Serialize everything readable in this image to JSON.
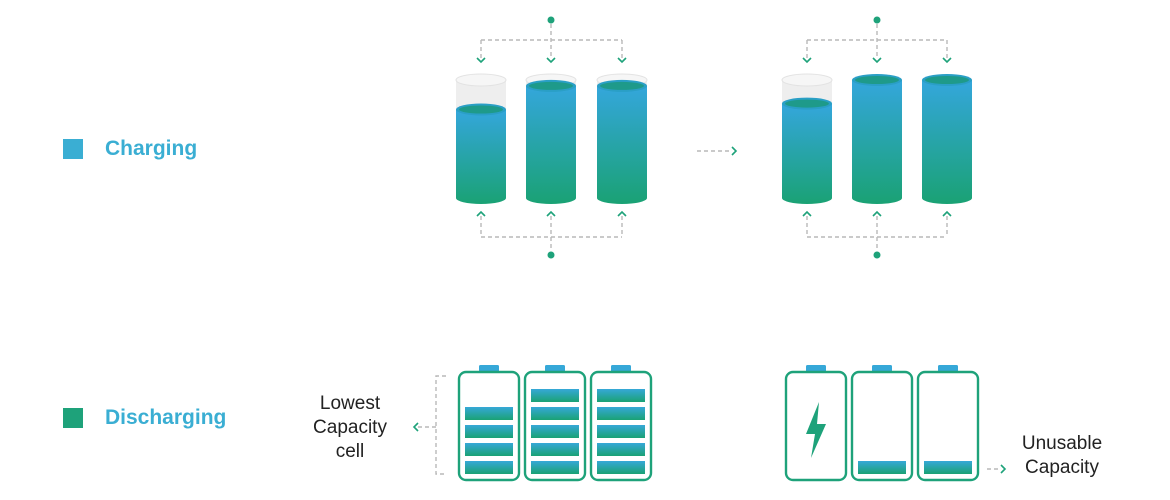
{
  "colors": {
    "charging": "#3aaed3",
    "discharging": "#1ea27a",
    "dashed": "#b9b9b9",
    "cell_empty": "#eeeeee"
  },
  "legend": {
    "charging": {
      "label": "Charging"
    },
    "discharging": {
      "label": "Discharging"
    }
  },
  "notes": {
    "lowest_line1": "Lowest",
    "lowest_line2": "Capacity",
    "lowest_line3": "cell",
    "unusable_line1": "Unusable",
    "unusable_line2": "Capacity"
  },
  "charging": {
    "before_fill_levels": [
      0.75,
      0.95,
      0.95
    ],
    "after_fill_levels": [
      0.8,
      1.0,
      1.0
    ]
  },
  "discharging": {
    "before_bar_counts": [
      4,
      5,
      5
    ],
    "after_bar_counts": [
      0,
      1,
      1
    ],
    "after_icons": [
      "lightning-icon",
      "",
      ""
    ]
  }
}
